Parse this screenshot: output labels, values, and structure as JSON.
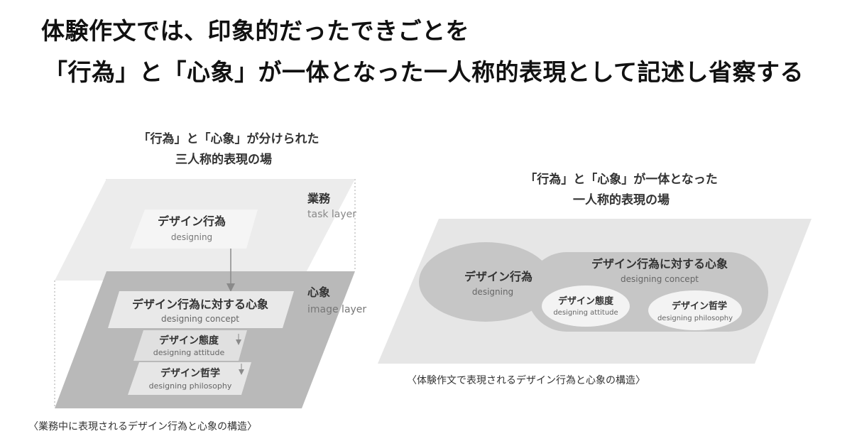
{
  "headline": {
    "line1": "体験作文では、印象的だったできごとを",
    "line2": "「行為」と「心象」が一体となった一人称的表現として記述し省察する"
  },
  "left_diagram": {
    "title_line1": "「行為」と「心象」が分けられた",
    "title_line2": "三人称的表現の場",
    "task_layer": {
      "jp": "業務",
      "en": "task layer"
    },
    "image_layer": {
      "jp": "心象",
      "en": "image layer"
    },
    "designing": {
      "jp": "デザイン行為",
      "en": "designing"
    },
    "concept": {
      "jp": "デザイン行為に対する心象",
      "en": "designing concept"
    },
    "attitude": {
      "jp": "デザイン態度",
      "en": "designing attitude"
    },
    "philosophy": {
      "jp": "デザイン哲学",
      "en": "designing philosophy"
    },
    "caption": "〈業務中に表現されるデザイン行為と心象の構造〉"
  },
  "right_diagram": {
    "title_line1": "「行為」と「心象」が一体となった",
    "title_line2": "一人称的表現の場",
    "designing": {
      "jp": "デザイン行為",
      "en": "designing"
    },
    "concept": {
      "jp": "デザイン行為に対する心象",
      "en": "designing concept"
    },
    "attitude": {
      "jp": "デザイン態度",
      "en": "designing attitude"
    },
    "philosophy": {
      "jp": "デザイン哲学",
      "en": "designing philosophy"
    },
    "caption": "〈体験作文で表現されるデザイン行為と心象の構造〉"
  },
  "colors": {
    "layer_light": "#ececec",
    "layer_mid": "#b9b9b9",
    "card_white": "#f5f5f5",
    "ellipse_dark": "#c6c6c6",
    "ellipse_light": "#f3f3f3",
    "text_label": "#444444",
    "text_en": "#666666"
  }
}
